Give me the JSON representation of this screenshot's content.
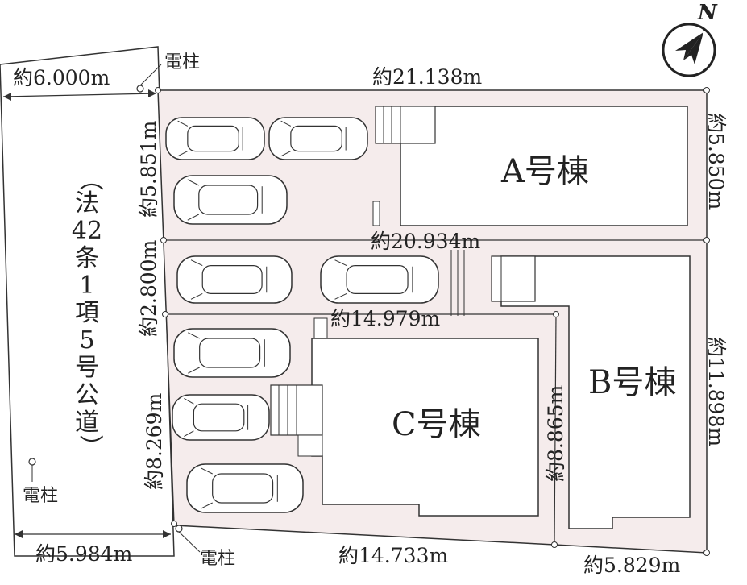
{
  "buildings": {
    "a": "A号棟",
    "b": "B号棟",
    "c": "C号棟"
  },
  "road": {
    "label": [
      "（",
      "法",
      "42",
      "条",
      "1",
      "項",
      "5",
      "号",
      "公",
      "道",
      "）"
    ],
    "width_top": "約6.000m",
    "width_bottom": "約5.984m"
  },
  "poles": {
    "top": "電柱",
    "left": "電柱",
    "bottom": "電柱"
  },
  "dimensions": {
    "top": "約21.138m",
    "right_top": "約5.850m",
    "right_bottom": "約11.898m",
    "mid_long": "約20.934m",
    "mid_short": "約14.979m",
    "left_upper": "約5.851m",
    "left_middle": "約2.800m",
    "left_lower": "約8.269m",
    "inner_vertical": "約8.865m",
    "bottom_left": "約14.733m",
    "bottom_right": "約5.829m"
  },
  "compass": {
    "label": "N"
  },
  "colors": {
    "site_fill": "#f5ecec",
    "building_fill": "#ffffff",
    "line": "#333333",
    "road_fill": "#ffffff"
  }
}
